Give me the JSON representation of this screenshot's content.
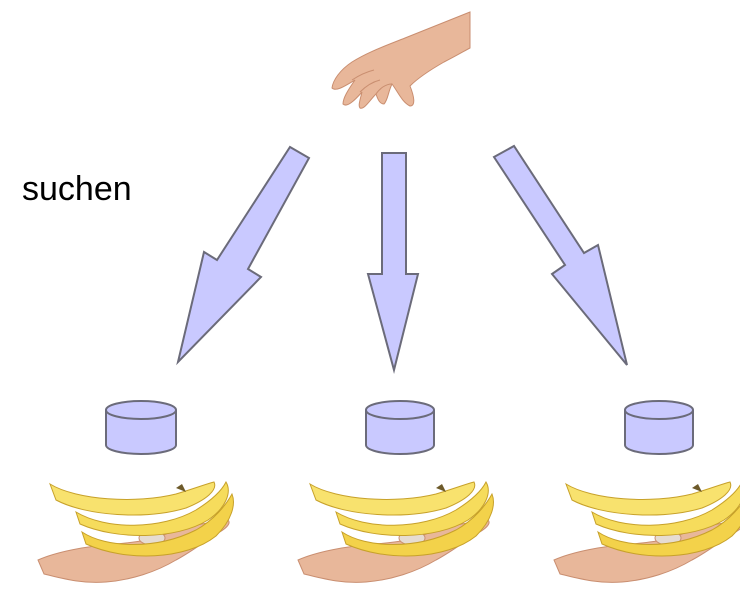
{
  "label": "suchen",
  "colors": {
    "arrow_fill": "#c9c9ff",
    "arrow_stroke": "#6b6b7a",
    "database_fill": "#c9c9ff",
    "database_stroke": "#6b6b7a",
    "banana_yellow": "#f3d24a",
    "skin": "#e8b79a",
    "background": "#ffffff"
  },
  "icons": {
    "source": "reaching-hand-icon",
    "database": "database-icon",
    "result": "hand-holding-bananas-icon"
  },
  "branches": [
    {
      "id": "left"
    },
    {
      "id": "middle"
    },
    {
      "id": "right"
    }
  ]
}
